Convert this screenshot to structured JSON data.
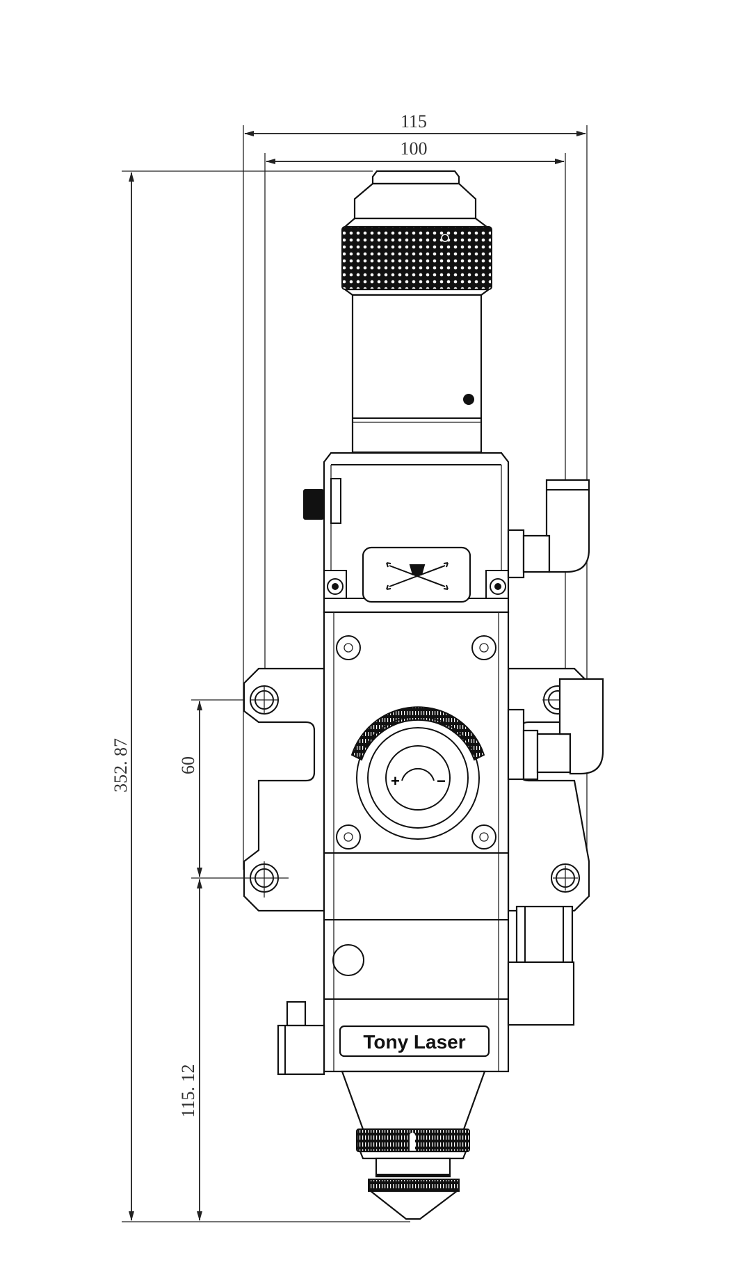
{
  "drawing": {
    "dimensions": {
      "overall_width": "115",
      "mount_width": "100",
      "overall_height": "352. 87",
      "hole_spacing": "60",
      "hole_to_tip": "115. 12"
    },
    "brand_label": "Tony Laser",
    "dial": {
      "plus": "+",
      "minus": "−"
    },
    "colors": {
      "line": "#111111",
      "background": "#ffffff"
    }
  }
}
